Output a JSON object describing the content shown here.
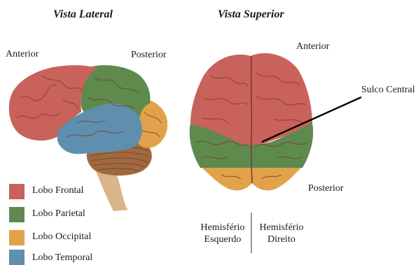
{
  "titles": {
    "lateral": "Vista Lateral",
    "superior": "Vista Superior"
  },
  "lateral_labels": {
    "anterior": "Anterior",
    "posterior": "Posterior"
  },
  "superior_labels": {
    "anterior": "Anterior",
    "posterior": "Posterior",
    "sulco": "Sulco Central",
    "hemi_left_1": "Hemisfério",
    "hemi_left_2": "Esquerdo",
    "hemi_right_1": "Hemisfério",
    "hemi_right_2": "Direito"
  },
  "legend": [
    {
      "label": "Lobo Frontal",
      "color": "#c8625a"
    },
    {
      "label": "Lobo Parietal",
      "color": "#5e8a4e"
    },
    {
      "label": "Lobo Occipital",
      "color": "#e2a24a"
    },
    {
      "label": "Lobo Temporal",
      "color": "#5f8fae"
    }
  ],
  "colors": {
    "frontal": "#c8625a",
    "parietal": "#5e8a4e",
    "occipital": "#e2a24a",
    "temporal": "#5f8fae",
    "cerebellum": "#a0683e",
    "brainstem": "#d9b589",
    "fissure": "#7a3b2e"
  }
}
